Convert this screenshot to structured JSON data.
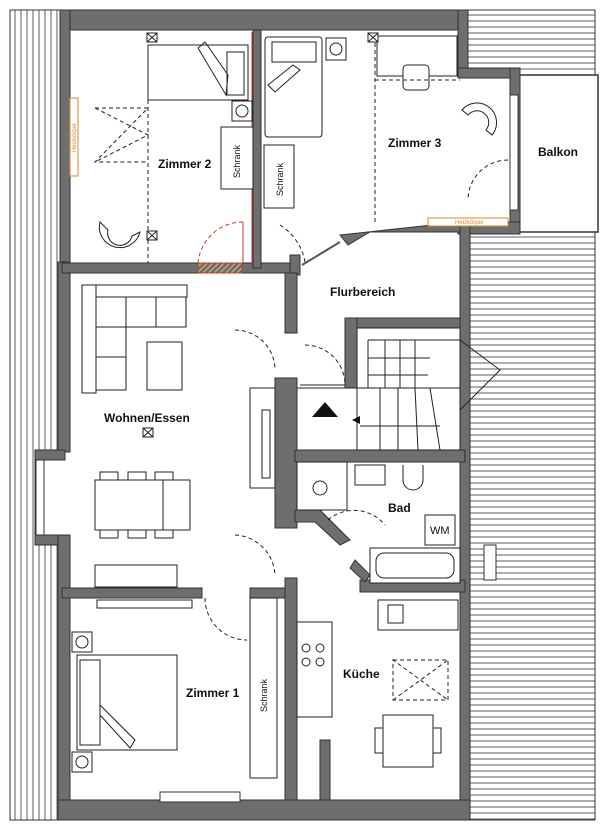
{
  "rooms": {
    "zimmer2": "Zimmer 2",
    "zimmer3": "Zimmer 3",
    "balkon": "Balkon",
    "flur": "Flurbereich",
    "wohnen": "Wohnen/Essen",
    "bad": "Bad",
    "kueche": "Küche",
    "zimmer1": "Zimmer 1"
  },
  "fixtures": {
    "schrank": "Schrank",
    "heizkoerper": "Heizkörper",
    "wm": "WM"
  },
  "colors": {
    "wall": "#6e6e6e",
    "heater": "#d98a2b",
    "door_highlight": "#c0392b"
  }
}
